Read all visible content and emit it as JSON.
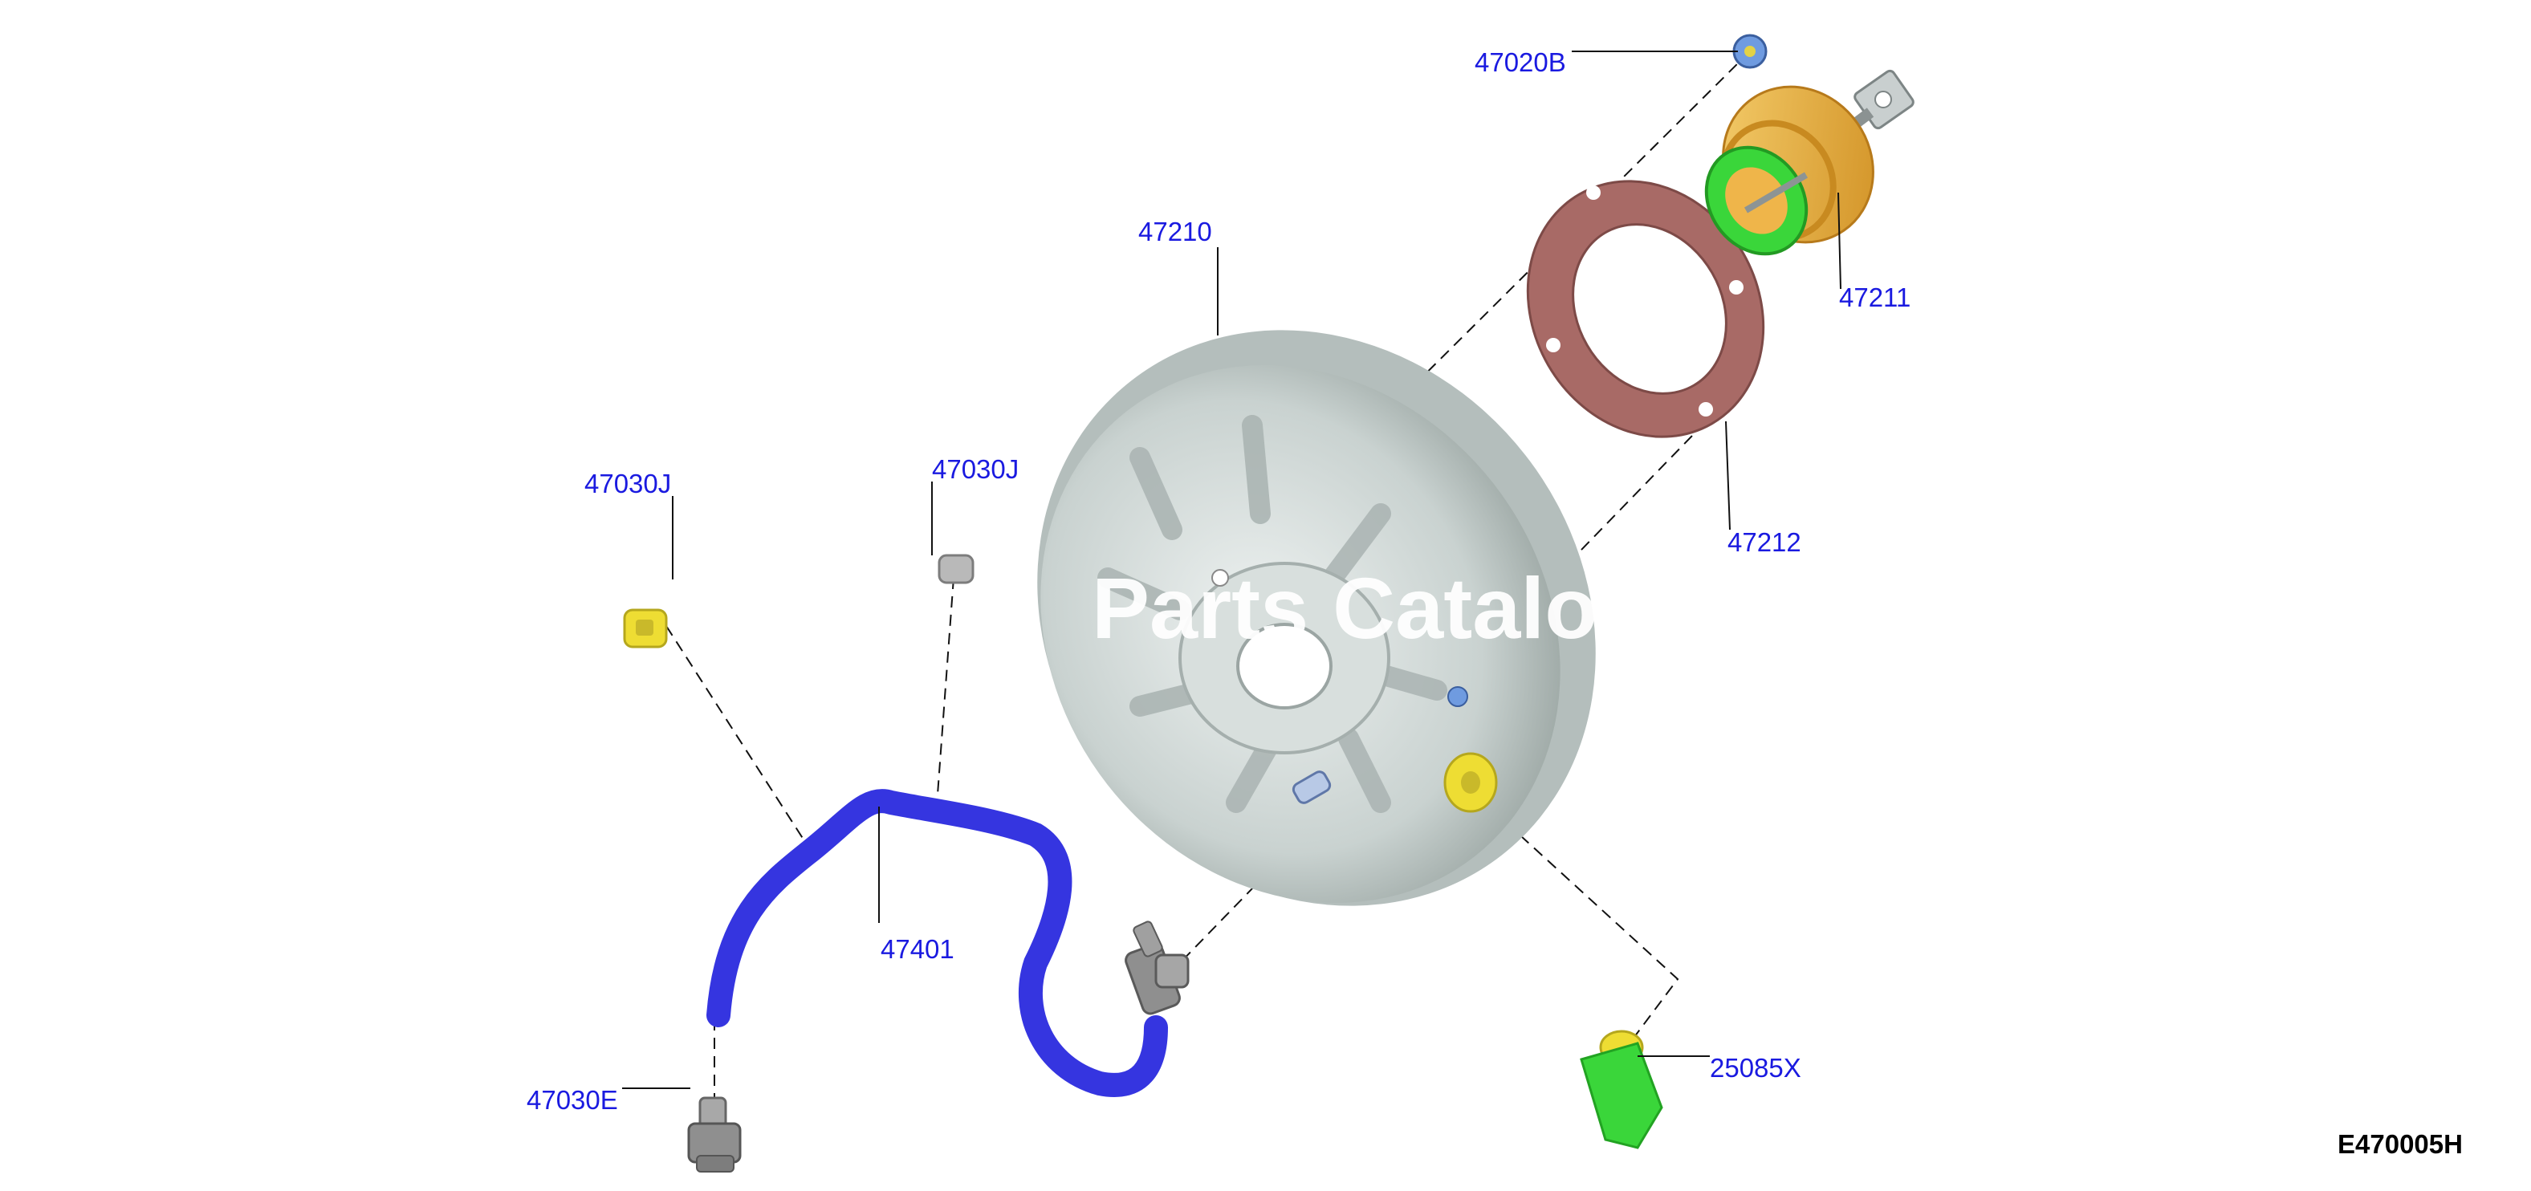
{
  "diagram": {
    "callouts": {
      "p47020B": "47020B",
      "p47210": "47210",
      "p47211": "47211",
      "p47212": "47212",
      "p47030J_left": "47030J",
      "p47030J_right": "47030J",
      "p47401": "47401",
      "p47030E": "47030E",
      "p25085X": "25085X"
    },
    "diagram_code": "E470005H",
    "watermark": "Parts Catalo"
  },
  "colors": {
    "callout_text": "#1a1ae0",
    "booster_body": "#c9d2d0",
    "gasket": "#a86a66",
    "hose": "#3535e0",
    "rod_housing": "#efb54a",
    "seal_green": "#3ad63a",
    "clip_yellow": "#eedd33",
    "fitting_gray": "#8f8f8f"
  }
}
